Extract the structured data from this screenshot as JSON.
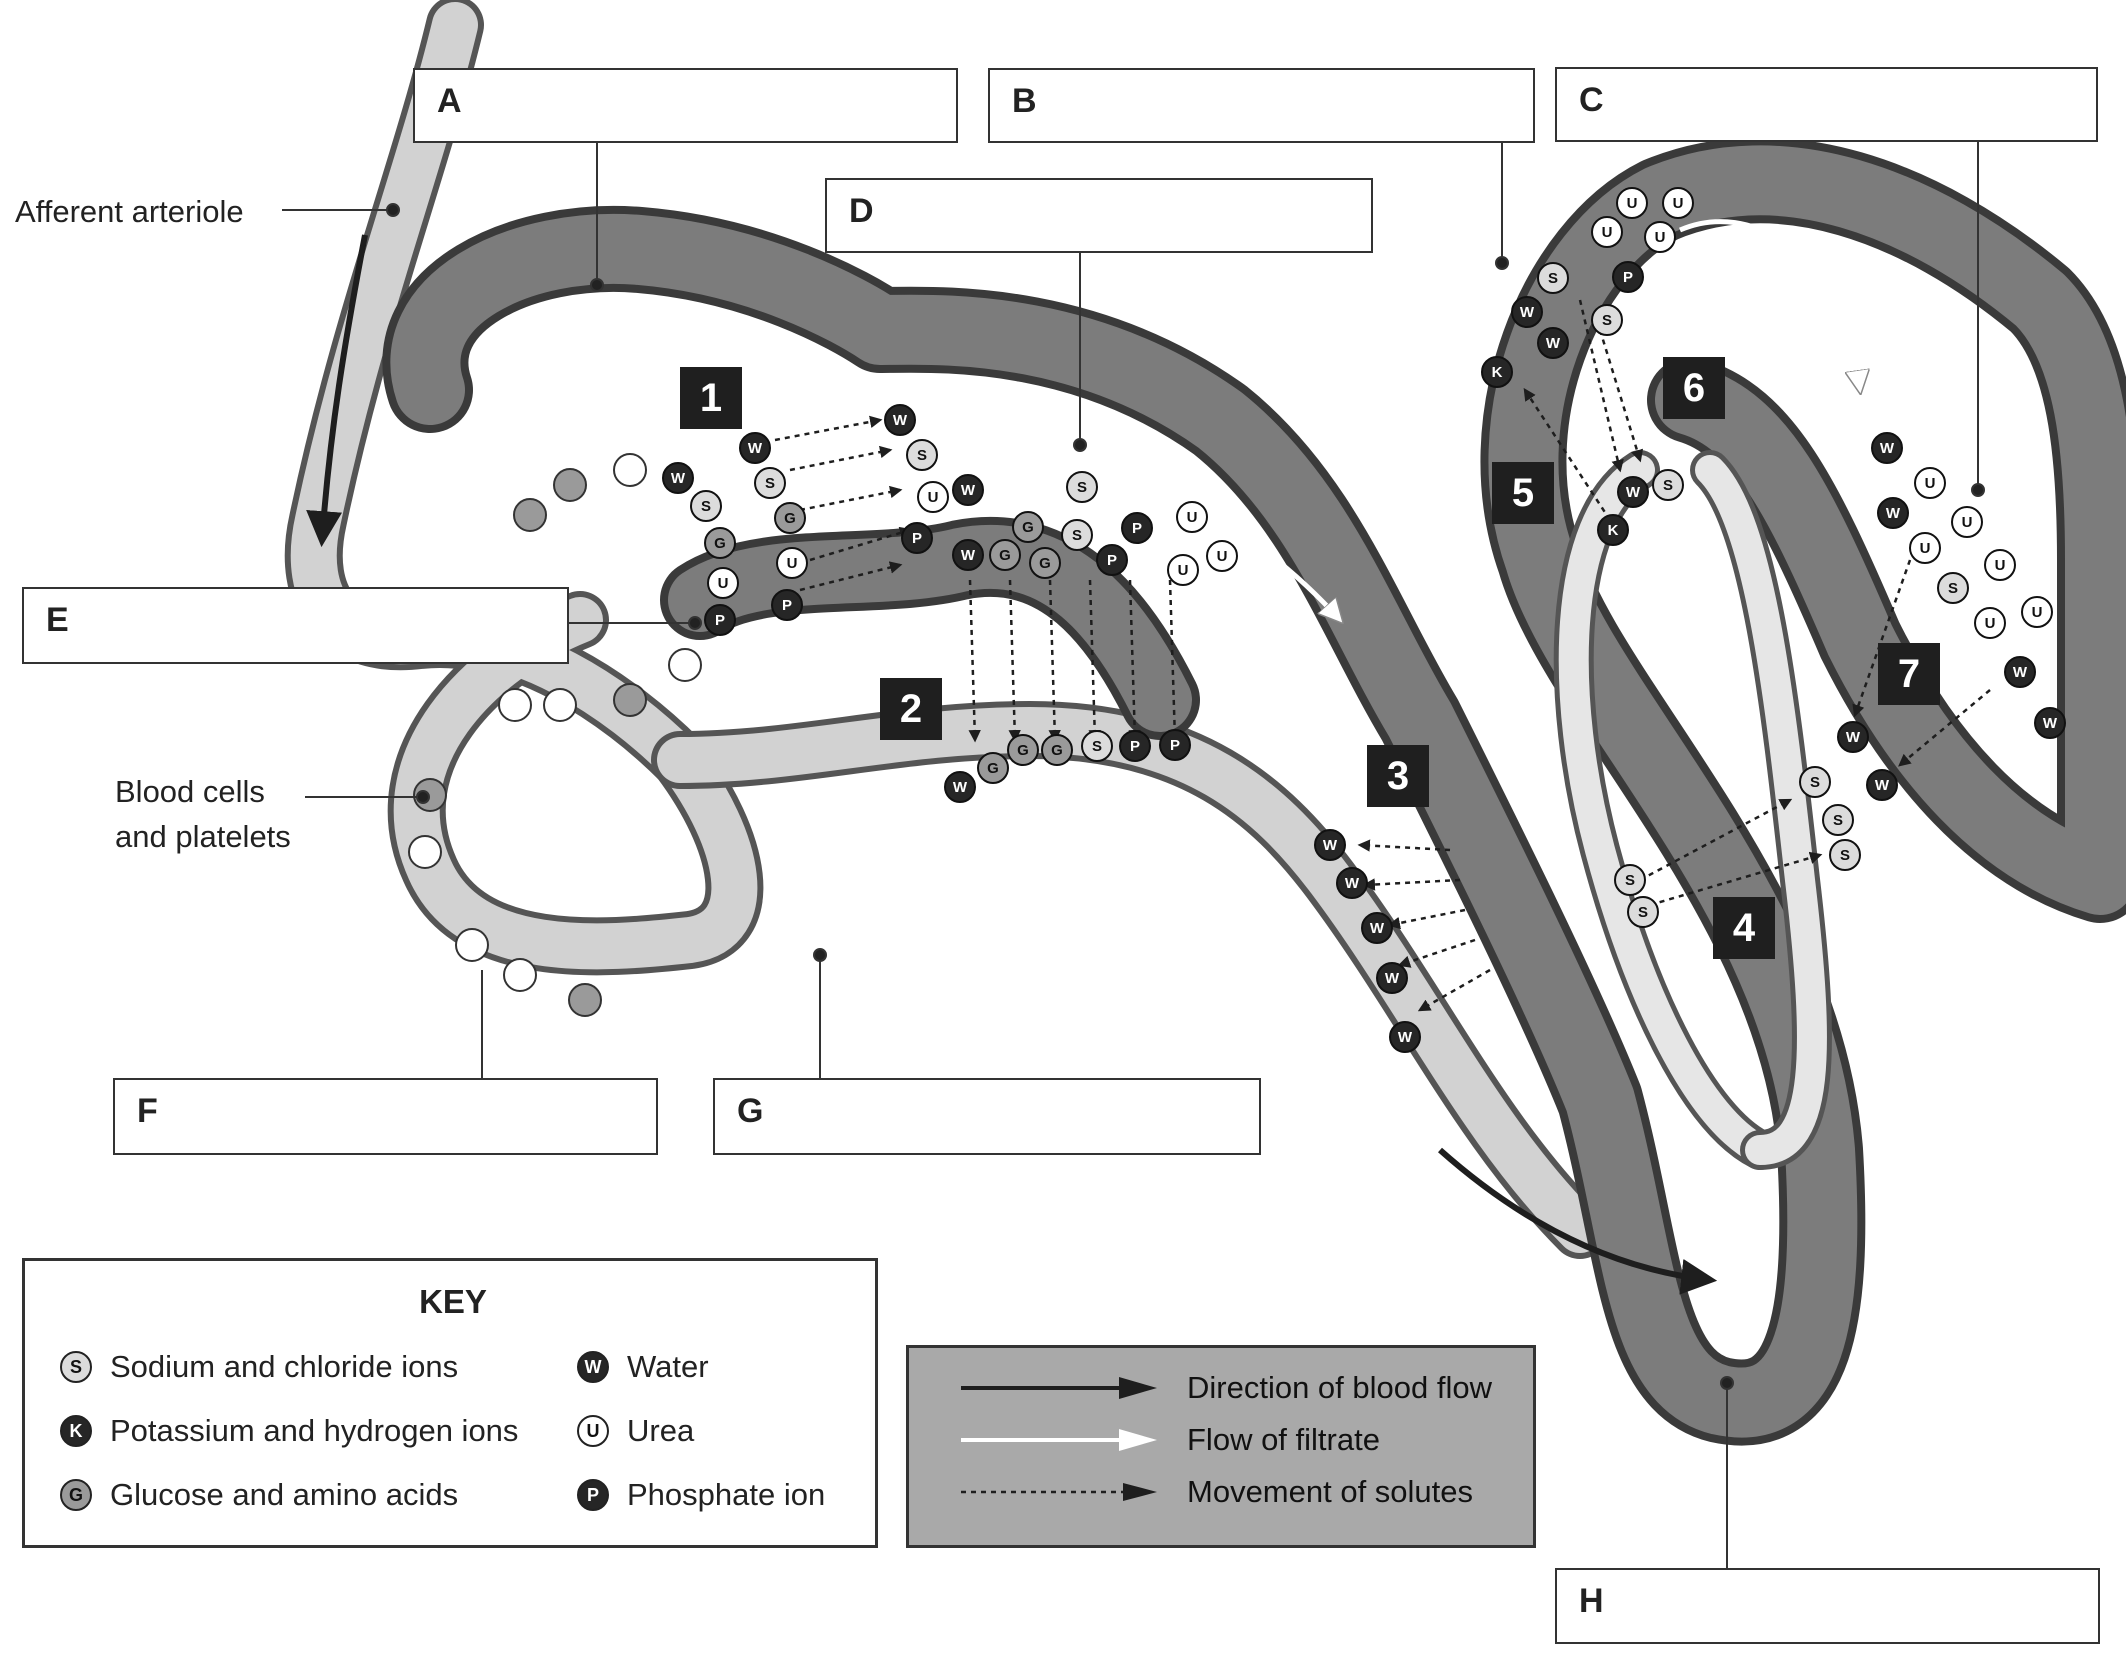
{
  "labels": {
    "afferent": "Afferent arteriole",
    "blood_cells_line1": "Blood cells",
    "blood_cells_line2": "and platelets"
  },
  "answer_boxes": [
    "A",
    "B",
    "C",
    "D",
    "E",
    "F",
    "G",
    "H"
  ],
  "steps": [
    "1",
    "2",
    "3",
    "4",
    "5",
    "6",
    "7"
  ],
  "key": {
    "title": "KEY",
    "items": [
      {
        "symbol": "S",
        "text": "Sodium and chloride ions"
      },
      {
        "symbol": "W",
        "text": "Water"
      },
      {
        "symbol": "K",
        "text": "Potassium and hydrogen ions"
      },
      {
        "symbol": "U",
        "text": "Urea"
      },
      {
        "symbol": "G",
        "text": "Glucose and amino acids"
      },
      {
        "symbol": "P",
        "text": "Phosphate ion"
      }
    ]
  },
  "legend": {
    "items": [
      {
        "text": "Direction of blood flow",
        "color": "#1e1e1e"
      },
      {
        "text": "Flow of filtrate",
        "color": "#ffffff"
      },
      {
        "text": "Movement of solutes",
        "color": "#1e1e1e"
      }
    ]
  },
  "colors": {
    "tubule": "#6f6f6f",
    "vessel": "#c4c4c4",
    "ink": "#222222"
  }
}
